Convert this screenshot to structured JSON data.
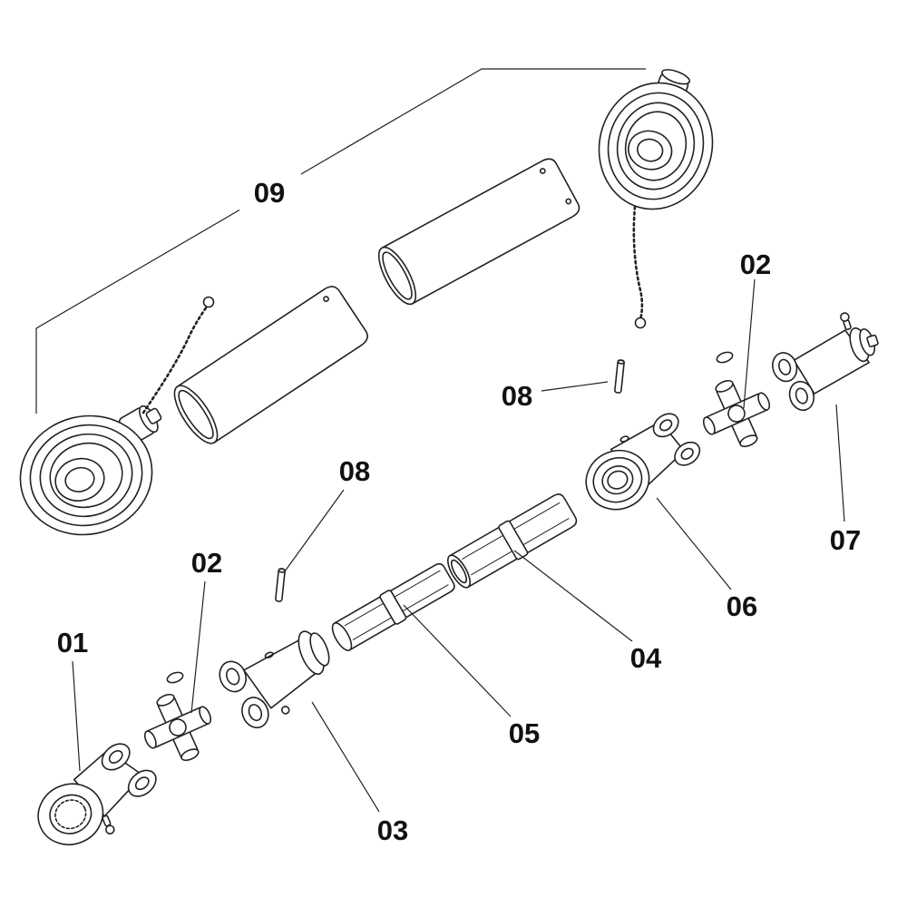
{
  "diagram": {
    "type": "exploded-parts-diagram",
    "subject": "PTO drive shaft assembly",
    "colors": {
      "line": "#222222",
      "background": "#ffffff"
    },
    "callouts": {
      "c01": "01",
      "c02_bottom": "02",
      "c02_top": "02",
      "c03": "03",
      "c04": "04",
      "c05": "05",
      "c06": "06",
      "c07": "07",
      "c08_mid": "08",
      "c08_top": "08",
      "c09": "09"
    }
  }
}
